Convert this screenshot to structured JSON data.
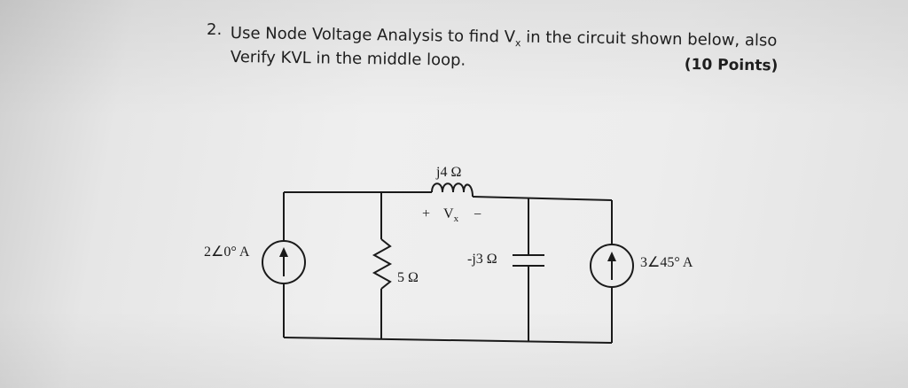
{
  "question": {
    "number": "2.",
    "line1_prefix": "Use Node Voltage Analysis to find V",
    "line1_sub": "x",
    "line1_suffix": " in the circuit shown below, also",
    "line2": "Verify KVL in the middle loop.",
    "points": "(10 Points)"
  },
  "circuit": {
    "inductor_label": "j4 Ω",
    "vx_plus": "+",
    "vx_label": "V",
    "vx_sub": "x",
    "vx_minus": "−",
    "source_left_label": "2∠0° A",
    "resistor_label": "5 Ω",
    "capacitor_label": "-j3 Ω",
    "source_right_label": "3∠45° A"
  }
}
